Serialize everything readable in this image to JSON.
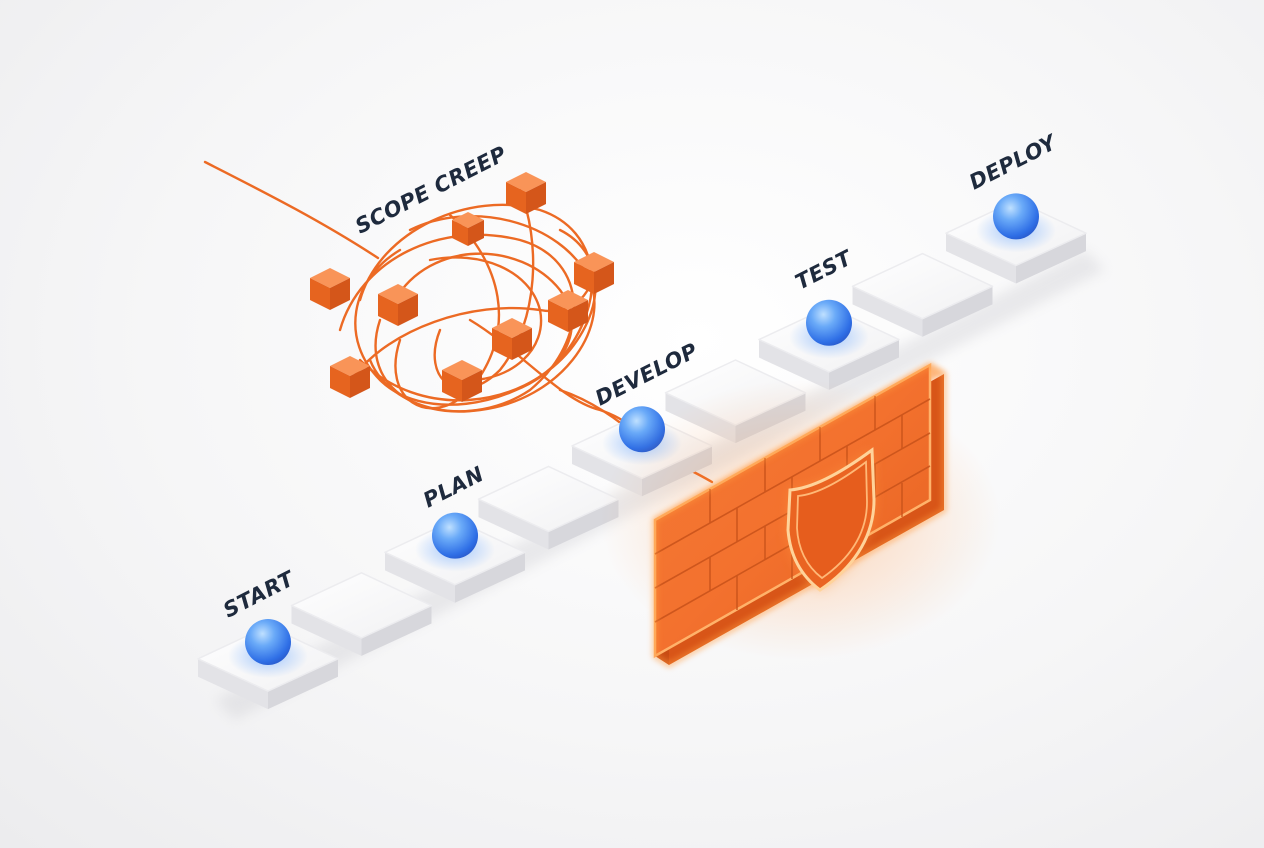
{
  "diagram": {
    "scope_label": "SCOPE CREEP",
    "stages": [
      {
        "label": "START"
      },
      {
        "label": "PLAN"
      },
      {
        "label": "DEVELOP"
      },
      {
        "label": "TEST"
      },
      {
        "label": "DEPLOY"
      }
    ],
    "colors": {
      "accent_orange": "#f0702c",
      "glow_orange": "#ff9a3c",
      "orb_blue": "#3d7ff0",
      "tile_white": "#fafafa",
      "label_text": "#1e2a3d"
    },
    "icons": {
      "barrier": "shield-icon",
      "tangle": "tangled-wire-icon",
      "nodes": "cube-icon",
      "markers": "orb-icon"
    }
  }
}
